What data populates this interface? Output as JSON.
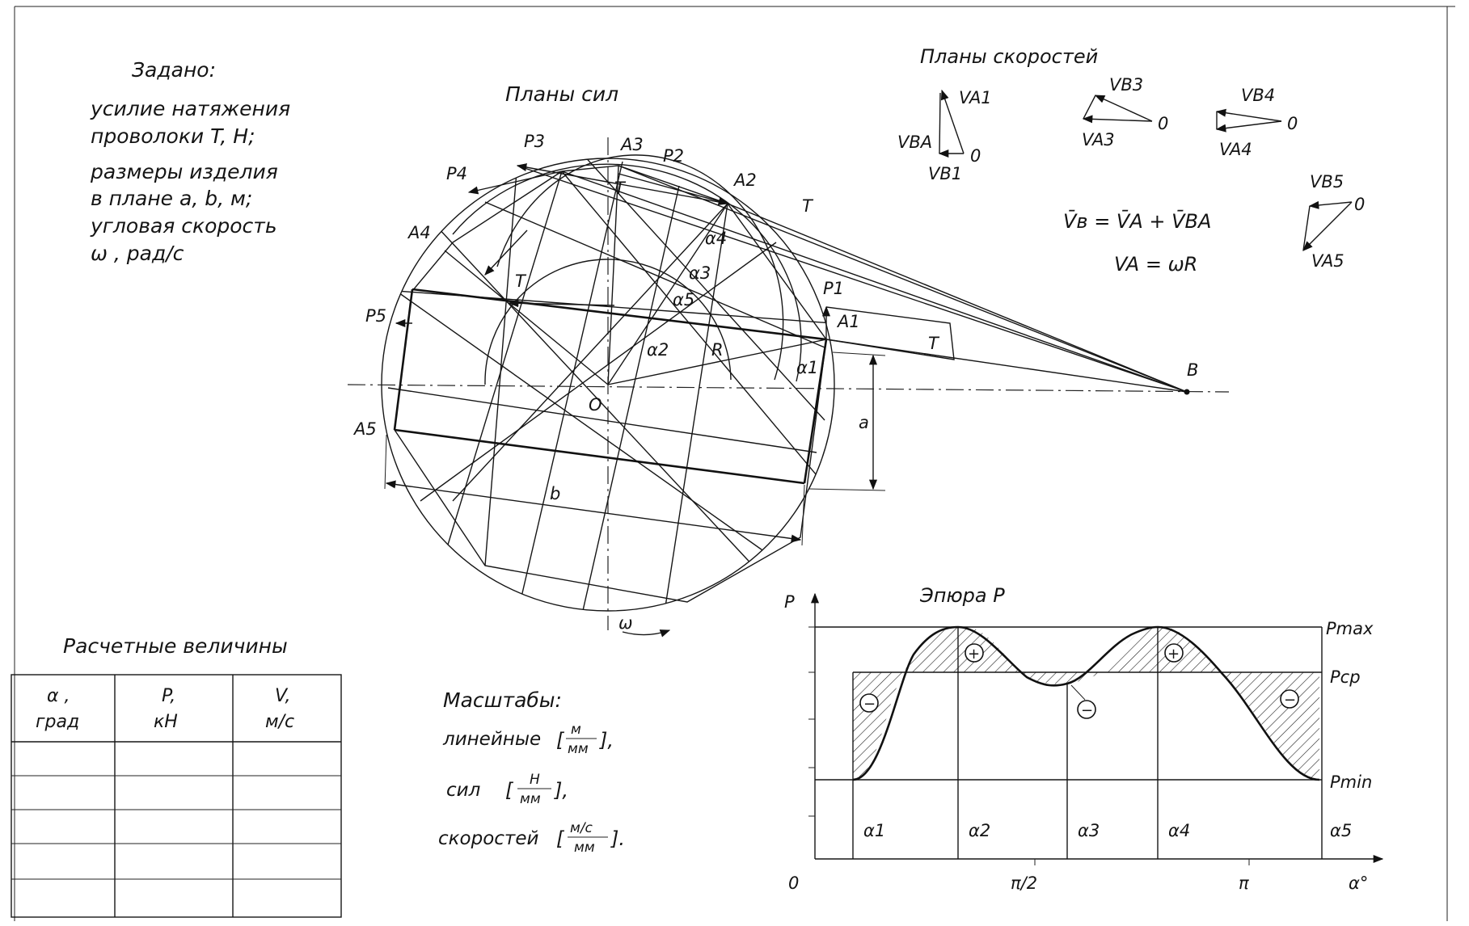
{
  "given": {
    "heading": "Задано:",
    "lines": [
      "усилие натяжения",
      "проволоки T, H;",
      "размеры изделия",
      "в плане a, b, м;",
      "угловая скорость",
      "ω , рад/с"
    ]
  },
  "force_plans": {
    "title": "Планы сил",
    "labels": {
      "A1": "A1",
      "A2": "A2",
      "A3": "A3",
      "A4": "A4",
      "A5": "A5",
      "P1": "P1",
      "P2": "P2",
      "P3": "P3",
      "P4": "P4",
      "P5": "P5",
      "T": "T",
      "O": "O",
      "B": "B",
      "R": "R",
      "a": "a",
      "b": "b",
      "omega": "ω",
      "alpha1": "α1",
      "alpha2": "α2",
      "alpha3": "α3",
      "alpha4": "α4",
      "alpha5": "α5"
    }
  },
  "velocity_plans": {
    "title": "Планы скоростей",
    "formula1": "V̄в = V̄A + V̄BA",
    "formula2": "VA = ωR",
    "plan1": {
      "va": "VA1",
      "vba": "VBA",
      "vb": "VB1",
      "o": "0"
    },
    "plan2": {
      "vb": "VB3",
      "va": "VA3",
      "o": "0"
    },
    "plan3": {
      "vb": "VB4",
      "va": "VA4",
      "o": "0"
    },
    "plan4": {
      "vb": "VB5",
      "va": "VA5",
      "o": "0"
    }
  },
  "computed": {
    "title": "Расчетные величины",
    "headers": [
      {
        "sym": "α ,",
        "unit": "град"
      },
      {
        "sym": "P,",
        "unit": "кН"
      },
      {
        "sym": "V,",
        "unit": "м/с"
      }
    ],
    "row_count": 5
  },
  "scales": {
    "title": "Масштабы:",
    "linear": "линейные",
    "linear_num": "м",
    "linear_den": "мм",
    "forces": "сил",
    "forces_num": "Н",
    "forces_den": "мм",
    "speeds": "скоростей",
    "speeds_num": "м/с",
    "speeds_den": "мм"
  },
  "epure": {
    "title": "Эпюра P",
    "y_axis": "P",
    "x_axis": "α°",
    "origin": "0",
    "tick_half_pi": "π/2",
    "tick_pi": "π",
    "pmax": "Pmax",
    "pcp": "Pср",
    "pmin": "Pmin",
    "segments": [
      "α1",
      "α2",
      "α3",
      "α4",
      "α5"
    ],
    "signs": [
      "−",
      "+",
      "−",
      "+",
      "−"
    ]
  }
}
